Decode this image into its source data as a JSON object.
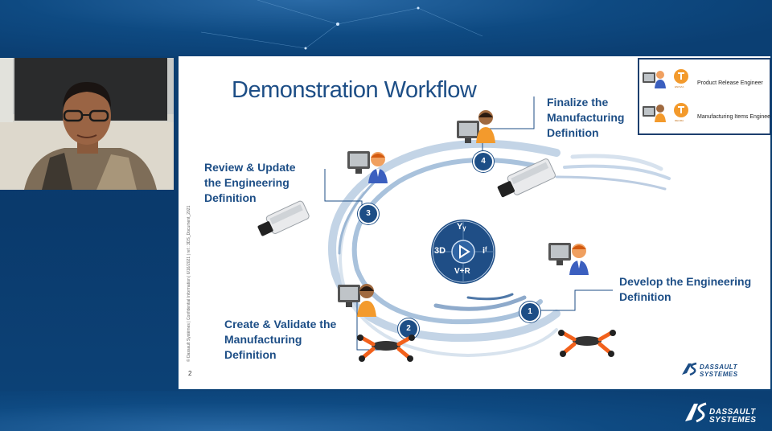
{
  "slide": {
    "title": "Demonstration Workflow",
    "page_number": "2",
    "side_note": "© Dassault Systèmes | Confidential Information | 6/16/2021 | ref.: 3DS_Document_2021",
    "steps": [
      {
        "number": "1",
        "label_line1": "Develop the Engineering",
        "label_line2": "Definition"
      },
      {
        "number": "2",
        "label_line1": "Create & Validate the",
        "label_line2": "Manufacturing",
        "label_line3": "Definition"
      },
      {
        "number": "3",
        "label_line1": "Review & Update",
        "label_line2": "the Engineering",
        "label_line3": "Definition"
      },
      {
        "number": "4",
        "label_line1": "Finalize the",
        "label_line2": "Manufacturing",
        "label_line3": "Definition"
      }
    ],
    "compass": {
      "top": "Yᵧ",
      "left": "3D",
      "right": "iᶠ",
      "bottom": "V+R"
    },
    "legend": [
      {
        "role": "Product Release Engineer",
        "badge": "ENOVIA"
      },
      {
        "role": "Manufacturing Items Engineer",
        "badge": "DELMIA"
      }
    ],
    "logo_line1": "DASSAULT",
    "logo_line2": "SYSTEMES"
  },
  "footer_logo": {
    "line1": "DASSAULT",
    "line2": "SYSTEMES"
  },
  "colors": {
    "brand_blue": "#1d4e86",
    "accent_orange": "#f39a2c",
    "background": "#0b3f73"
  }
}
